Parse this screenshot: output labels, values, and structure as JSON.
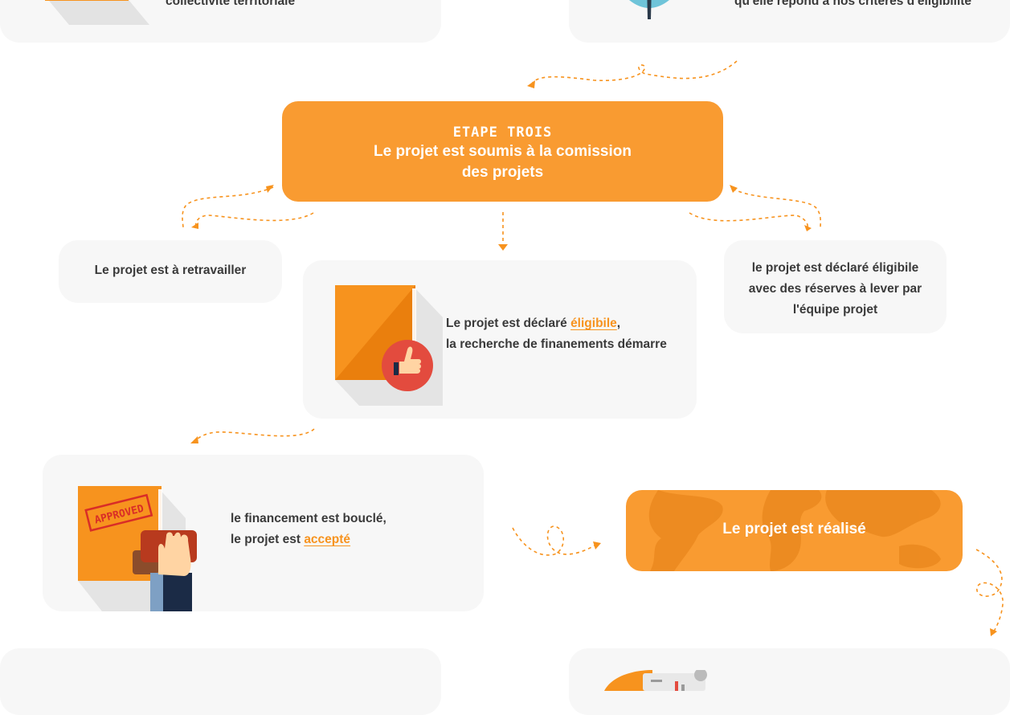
{
  "top": {
    "left_text": "collectivité territoriale",
    "right_text": "qu'elle répond à nos critères d'éligibilité"
  },
  "step3": {
    "step_label": "ETAPE TROIS",
    "line1": "Le projet est soumis à la comission",
    "line2": "des projets"
  },
  "rework": {
    "text": "Le projet est à retravailler"
  },
  "eligible": {
    "pre": "Le projet est déclaré ",
    "link": "éligibile",
    "post": ",",
    "line2": "la recherche de finanements démarre"
  },
  "reserve": {
    "line1": "le projet est déclaré éligibile",
    "line2": "avec des réserves à lever par",
    "line3": "l'équipe projet"
  },
  "approved": {
    "stamp": "APPROVED",
    "line1": "le financement est bouclé,",
    "pre": "le projet est ",
    "link": "accepté"
  },
  "realised": {
    "text": "Le projet est réalisé"
  },
  "colors": {
    "accent": "#f7931e",
    "box": "#f99b31",
    "card": "#f7f7f7",
    "text": "#3a3a3a"
  }
}
